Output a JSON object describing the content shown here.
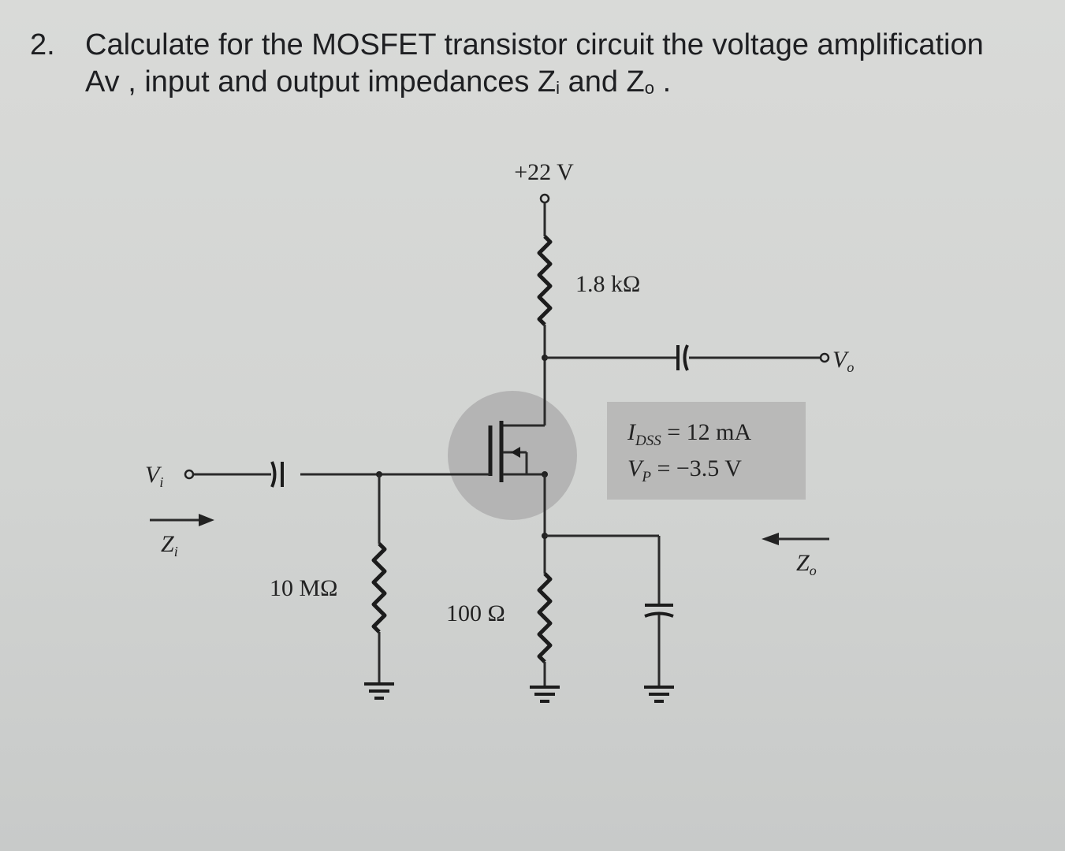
{
  "question": {
    "number": "2.",
    "line1": "Calculate for the MOSFET transistor circuit the voltage amplification",
    "line2_a": "Av , input and output impedances Z",
    "line2_sub1": "i",
    "line2_b": " and Z",
    "line2_sub2": "o",
    "line2_c": " ."
  },
  "circuit": {
    "supply": "+22 V",
    "rd": "1.8 kΩ",
    "rg": "10 MΩ",
    "rs": "100 Ω",
    "vi_main": "V",
    "vi_sub": "i",
    "zi_main": "Z",
    "zi_sub": "i",
    "vo_main": "V",
    "vo_sub": "o",
    "zo_main": "Z",
    "zo_sub": "o",
    "params": {
      "idss_main": "I",
      "idss_sub": "DSS",
      "idss_value": " = 12 mA",
      "vp_main": "V",
      "vp_sub": "P",
      "vp_value": " = −3.5 V"
    }
  }
}
